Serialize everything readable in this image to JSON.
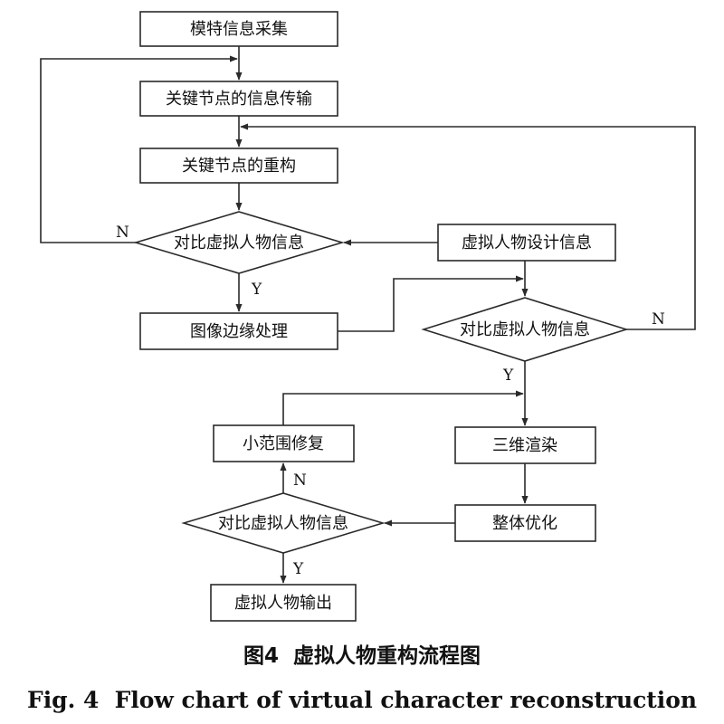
{
  "nodes": {
    "collect": "模特信息采集",
    "transmit": "关键节点的信息传输",
    "reconstruct": "关键节点的重构",
    "compare1": "对比虚拟人物信息",
    "design_info": "虚拟人物设计信息",
    "edge_proc": "图像边缘处理",
    "compare2": "对比虚拟人物信息",
    "render": "三维渲染",
    "repair": "小范围修复",
    "optimize": "整体优化",
    "compare3": "对比虚拟人物信息",
    "output": "虚拟人物输出"
  },
  "labels": {
    "no1": "N",
    "yes1": "Y",
    "no2": "N",
    "yes2": "Y",
    "no3": "N",
    "yes3": "Y"
  },
  "caption": {
    "zh": "图4  虚拟人物重构流程图",
    "en": "Fig. 4  Flow chart of virtual character reconstruction"
  }
}
